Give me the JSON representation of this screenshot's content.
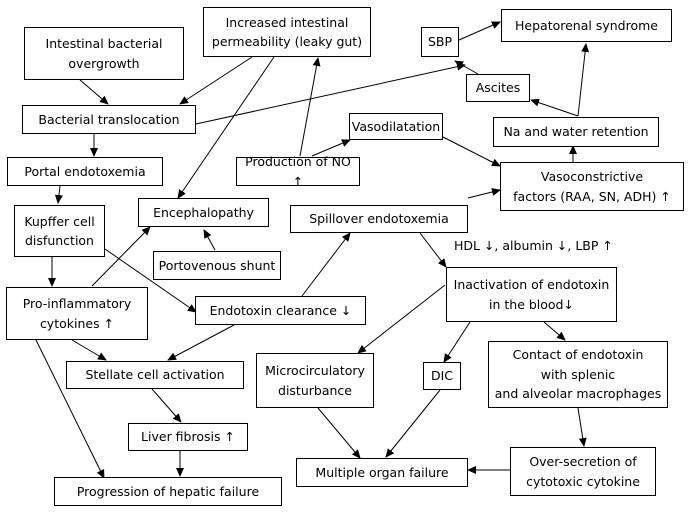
{
  "nodes": {
    "intestinal_overgrowth": "Intestinal bacterial\novergrowth",
    "increased_permeability": "Increased intestinal\npermeability (leaky gut)",
    "sbp": "SBP",
    "hepatorenal": "Hepatorenal syndrome",
    "ascites": "Ascites",
    "bacterial_translocation": "Bacterial translocation",
    "vasodilatation": "Vasodilatation",
    "na_water": "Na and water retention",
    "portal_endotoxemia": "Portal endotoxemia",
    "production_no": "Production of NO ↑",
    "vasoconstrictive": "Vasoconstrictive\nfactors (RAA, SN, ADH) ↑",
    "kupffer": "Kupffer cell\ndisfunction",
    "encephalopathy": "Encephalopathy",
    "spillover": "Spillover endotoxemia",
    "hdl_label": "HDL ↓, albumin ↓, LBP ↑",
    "portovenous": "Portovenous shunt",
    "inactivation": "Inactivation of endotoxin\nin the blood↓",
    "pro_inflammatory": "Pro-inflammatory\ncytokines ↑",
    "endotoxin_clearance": "Endotoxin clearance ↓",
    "microcirculatory": "Microcirculatory\ndisturbance",
    "contact_endotoxin": "Contact of endotoxin\nwith splenic\nand alveolar macrophages",
    "stellate": "Stellate cell activation",
    "dic": "DIC",
    "liver_fibrosis": "Liver fibrosis ↑",
    "over_secretion": "Over-secretion of\ncytotoxic cytokine",
    "multiple_organ": "Multiple organ failure",
    "progression": "Progression of hepatic failure"
  }
}
